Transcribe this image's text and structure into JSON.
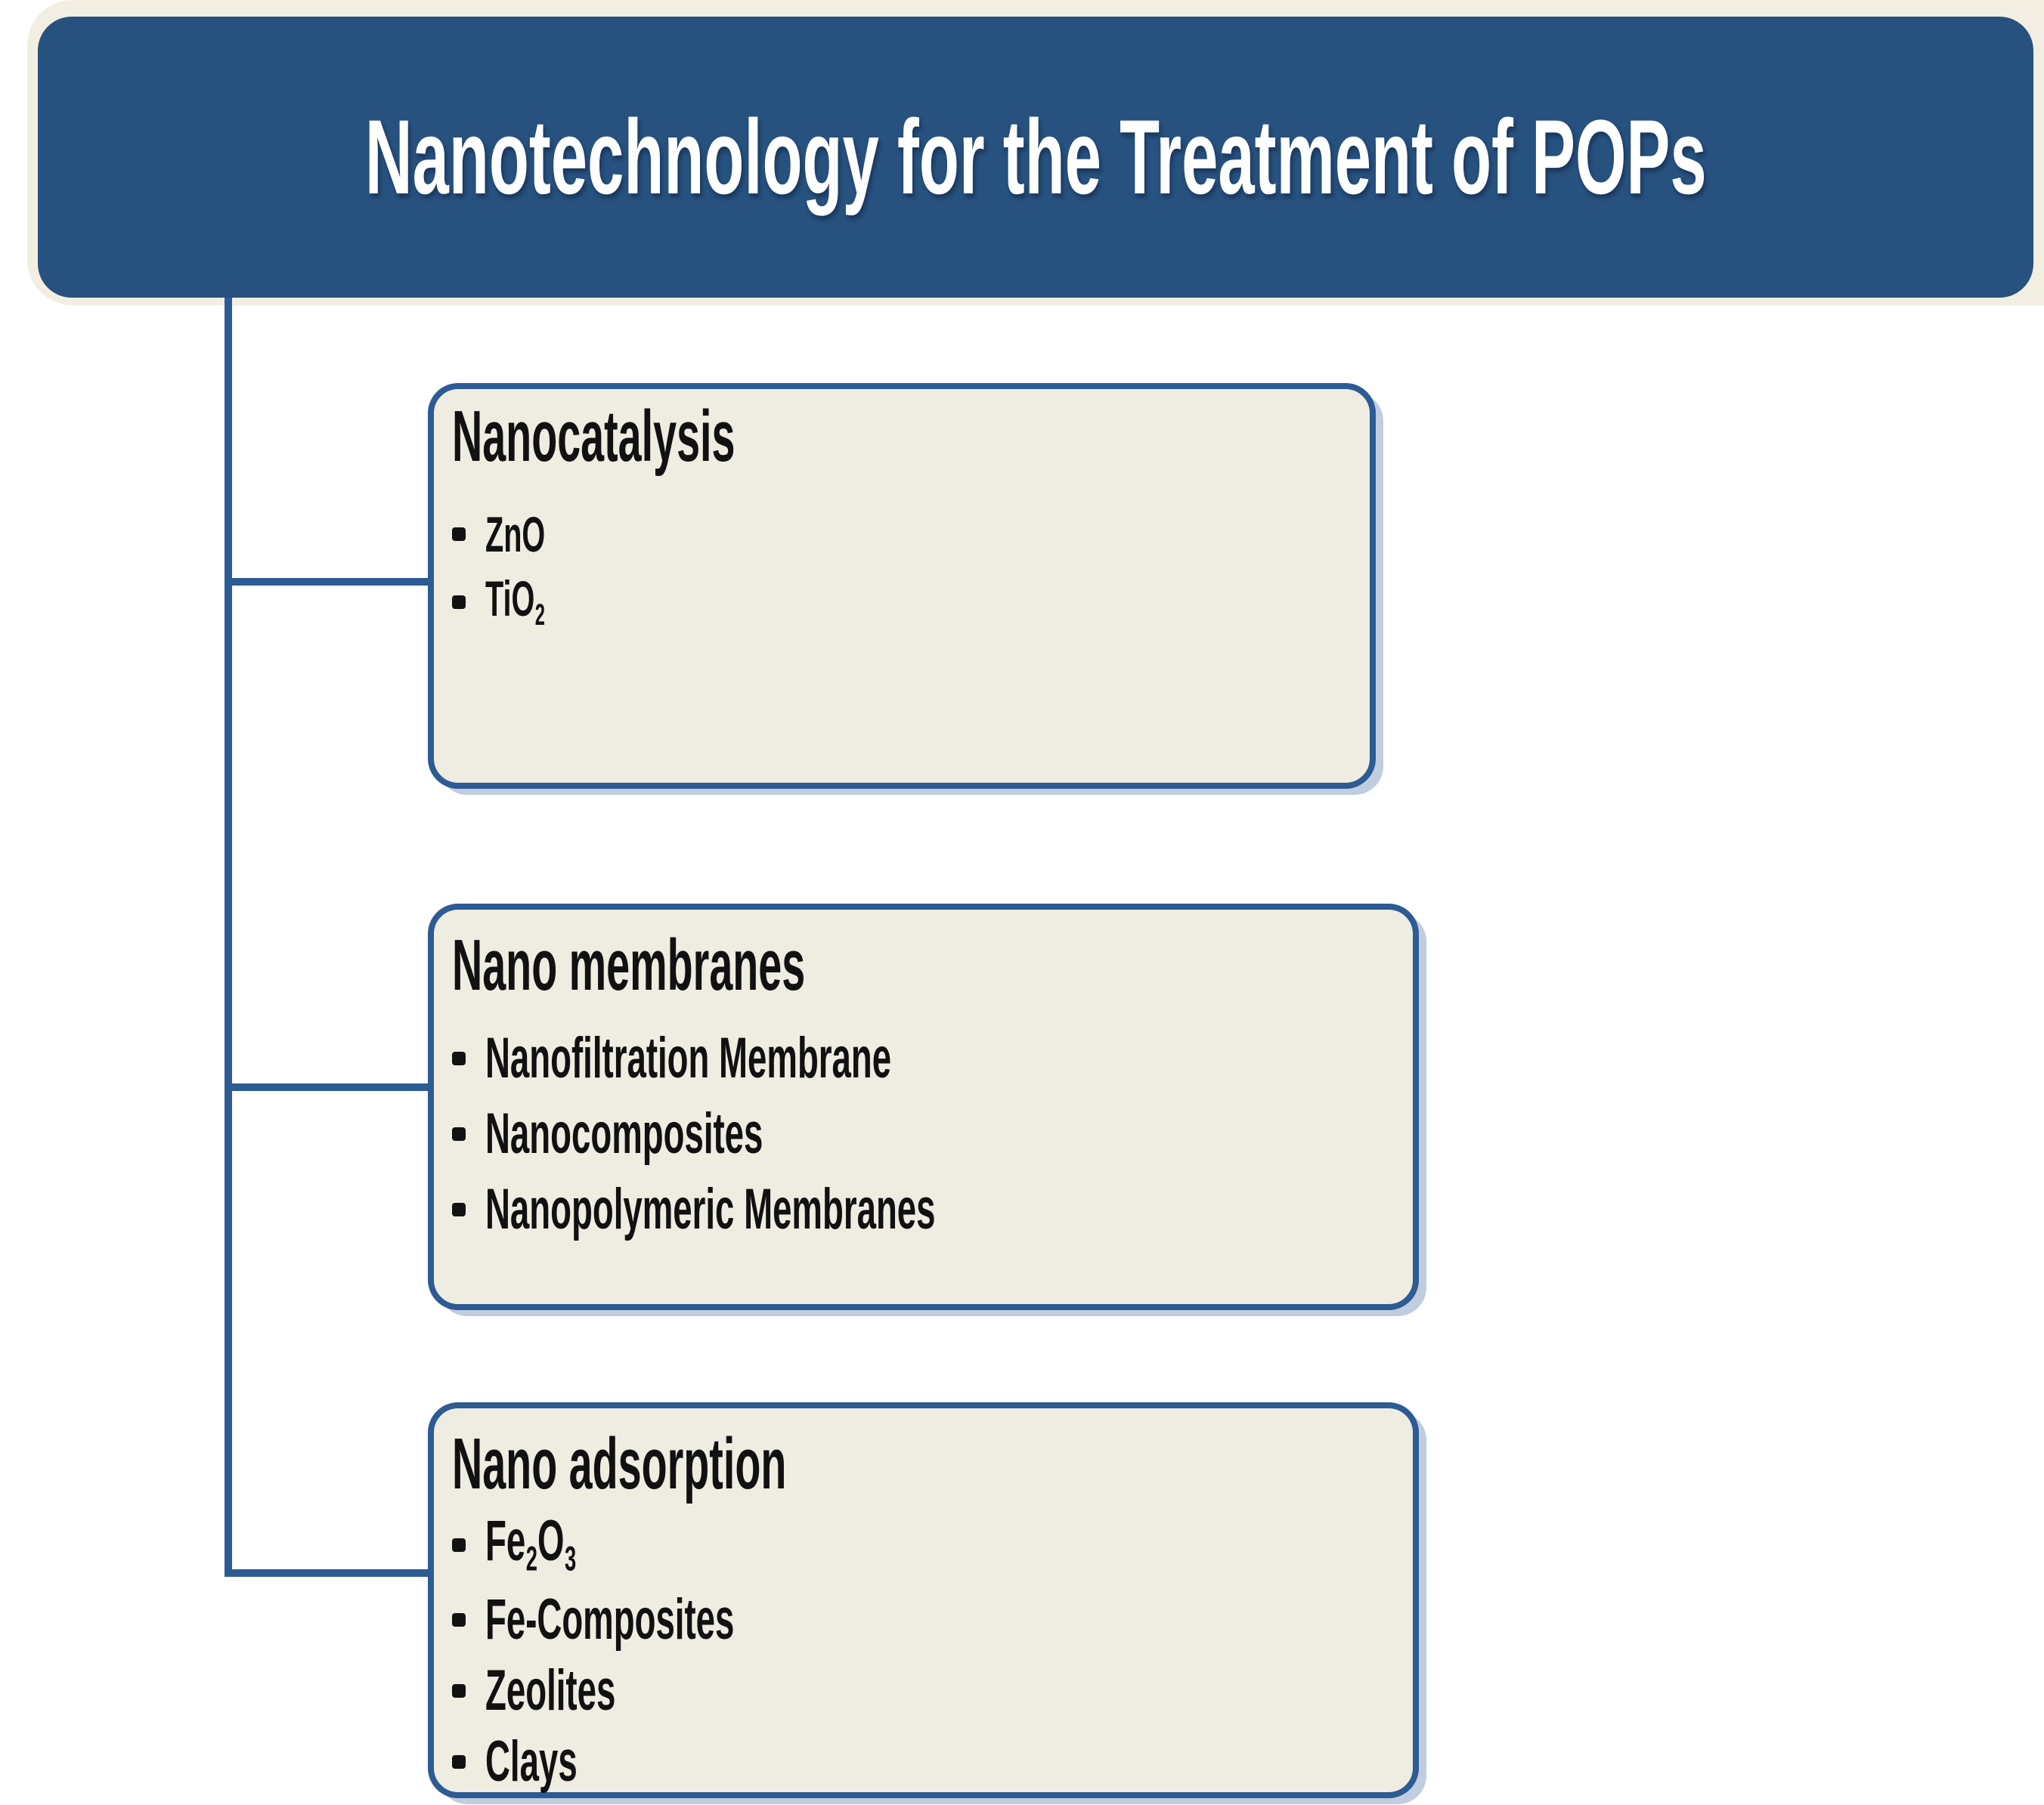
{
  "title": "Nanotechnology for the Treatment of POPs",
  "colors": {
    "page_bg": "#ffffff",
    "slide_edge": "#f2efe2",
    "banner_bg": "#27517e",
    "banner_text": "#ffffff",
    "box_fill": "#efece1",
    "box_border": "#2d5b94",
    "connector": "#2d5b94",
    "item_text": "#111111"
  },
  "boxes": [
    {
      "heading": "Nanocatalysis",
      "items": [
        [
          {
            "text": "ZnO"
          }
        ],
        [
          {
            "text": "TiO"
          },
          {
            "text": "2",
            "sub": true
          }
        ]
      ]
    },
    {
      "heading": "Nano membranes",
      "items": [
        [
          {
            "text": "Nanofiltration Membrane"
          }
        ],
        [
          {
            "text": "Nanocomposites"
          }
        ],
        [
          {
            "text": "Nanopolymeric Membranes"
          }
        ]
      ]
    },
    {
      "heading": "Nano adsorption",
      "items": [
        [
          {
            "text": "Fe"
          },
          {
            "text": "2",
            "sub": true
          },
          {
            "text": "O"
          },
          {
            "text": "3",
            "sub": true
          }
        ],
        [
          {
            "text": "Fe-Composites"
          }
        ],
        [
          {
            "text": "Zeolites"
          }
        ],
        [
          {
            "text": "Clays"
          }
        ]
      ]
    }
  ]
}
